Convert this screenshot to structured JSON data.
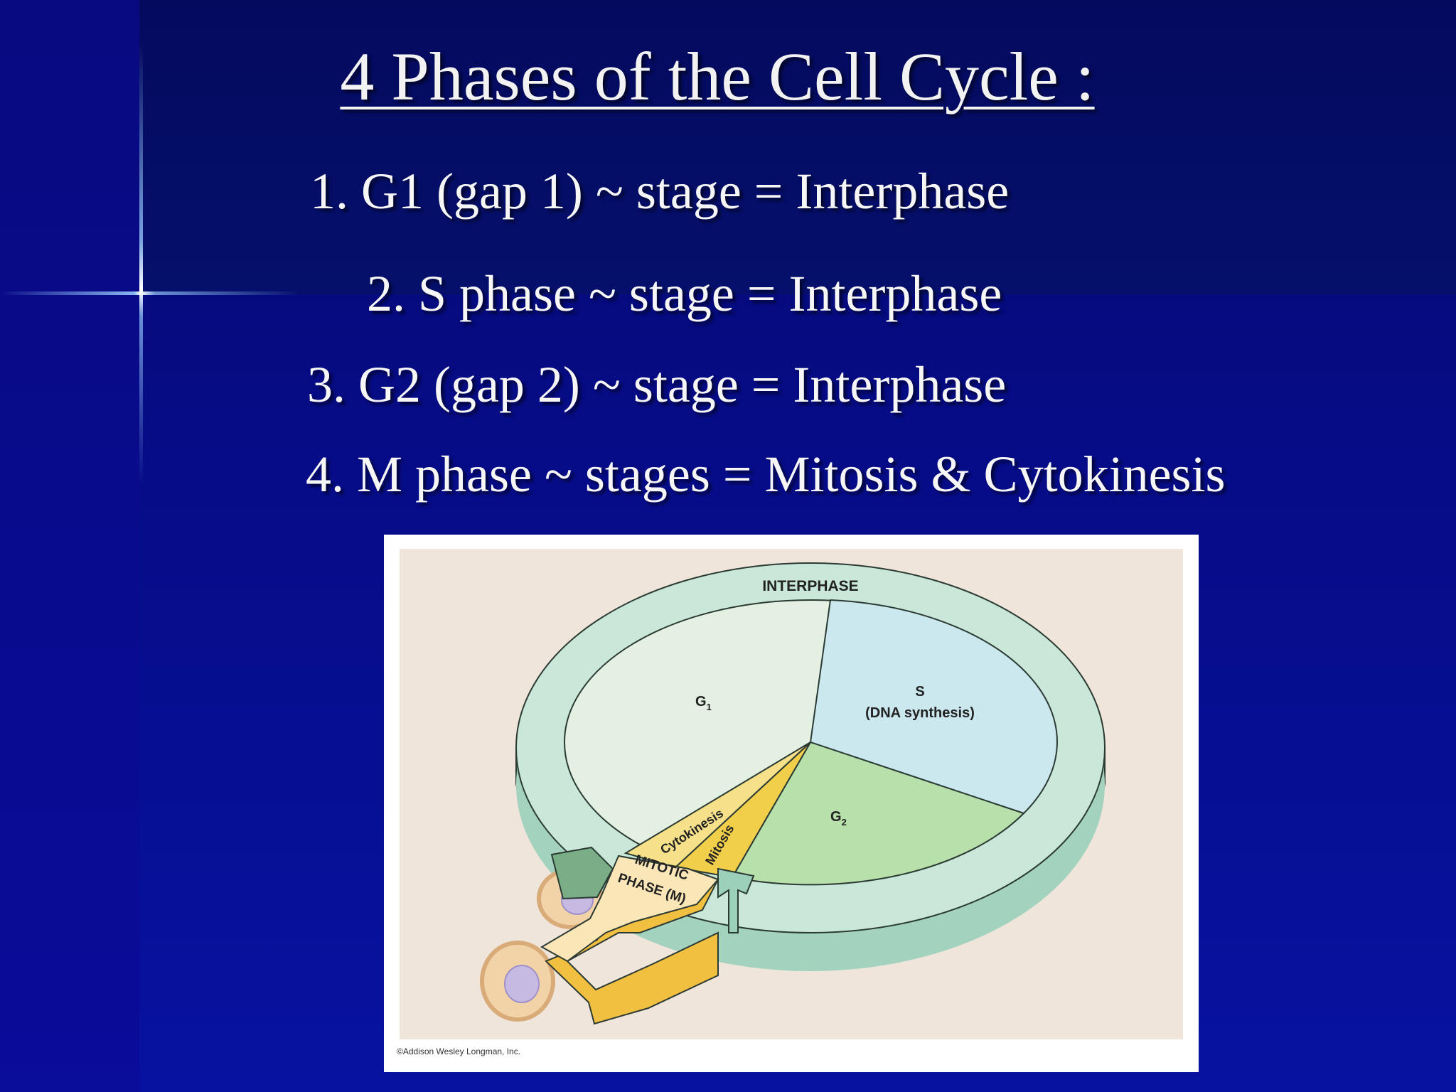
{
  "slide": {
    "title": "4 Phases of the Cell Cycle :",
    "phases": [
      "1. G1 (gap 1) ~ stage  =  Interphase",
      "2. S phase ~ stage  =  Interphase",
      "3. G2 (gap 2) ~ stage  =  Interphase",
      "4. M phase ~ stages  =  Mitosis & Cytokinesis"
    ]
  },
  "diagram": {
    "interphase_label": "INTERPHASE",
    "g1_label": "G",
    "g1_sub": "1",
    "s_label": "S",
    "s_desc": "(DNA synthesis)",
    "g2_label": "G",
    "g2_sub": "2",
    "cytokinesis_label": "Cytokinesis",
    "mitosis_label": "Mitosis",
    "mitotic_label_1": "MITOTIC",
    "mitotic_label_2": "PHASE (M)",
    "credit": "©Addison Wesley Longman, Inc."
  }
}
